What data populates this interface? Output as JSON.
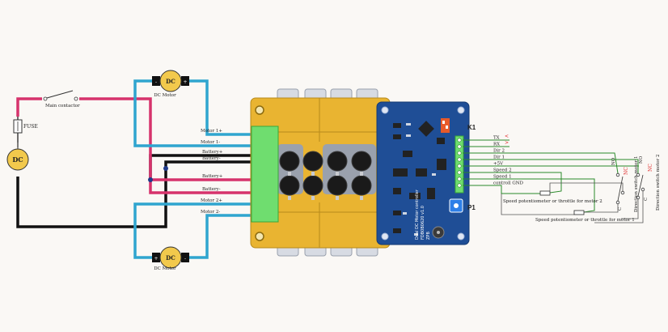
{
  "title": "Dual DC motor controller wiring diagram",
  "colors": {
    "background": "#faf8f5",
    "wire_blue": "#2fa5cf",
    "wire_magenta": "#d6336c",
    "wire_black": "#111111",
    "wire_green": "#2a8a2a",
    "board_blue": "#1f4e96",
    "heatsink_gold": "#e9b431",
    "terminal_green": "#6fdd6f",
    "motor_yellow": "#f2c94c"
  },
  "icons": {
    "fuse": "fuse-icon",
    "dc_source": "dc-source-icon",
    "motor": "dc-motor-icon",
    "switch": "switch-icon",
    "potentiometer": "potentiometer-icon"
  },
  "labels": {
    "fuse": "FUSE",
    "dc_source": "DC",
    "main_contactor": "Main contactor",
    "motor_glyph": "DC",
    "motor_top": "DC Motor",
    "motor_bottom": "DC Motor",
    "pole_plus": "+",
    "pole_minus": "-",
    "connector_k1": "K1",
    "connector_p1": "P1"
  },
  "board": {
    "text_line1": "Dual DC Motor controller",
    "text_line2": "FDB0B0620 v1.0",
    "text_line3": "ZPB"
  },
  "power_labels": [
    "Motor 1+",
    "Motor 1-",
    "Battery+",
    "Battery-",
    "Battery+",
    "Battery-",
    "Motor 2+",
    "Motor 2-"
  ],
  "signal_labels": [
    "TX",
    "RX",
    "Dir 2",
    "Dir 1",
    "+5V",
    "Speed 2",
    "Speed 1",
    "controll GND"
  ],
  "tx_rx_marks": [
    "<",
    ">"
  ],
  "pot_labels": [
    "Speed potentiometer or throttle for motor 2",
    "Speed potentiometer or throttle for motor 1"
  ],
  "switches": {
    "motor1": {
      "label": "Direction switch motor 1",
      "no": "NO",
      "nc": "NC",
      "c": "C"
    },
    "motor2": {
      "label": "Direction switch motor 2",
      "no": "NO",
      "nc": "NC",
      "c": "C"
    }
  }
}
